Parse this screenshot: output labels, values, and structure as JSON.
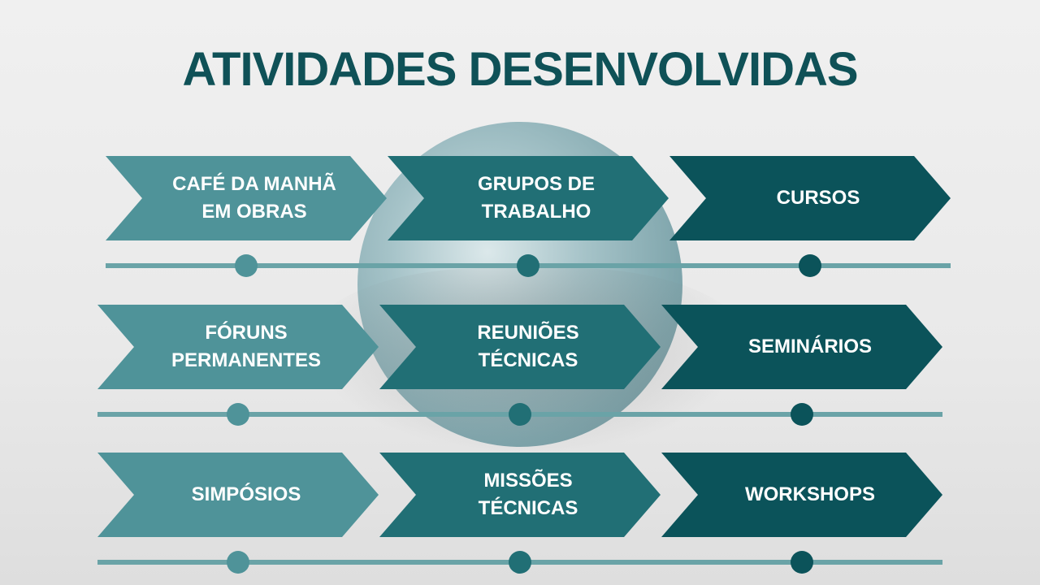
{
  "title": "ATIVIDADES DESENVOLVIDAS",
  "colors": {
    "light": "#4f9399",
    "medium": "#216f75",
    "dark": "#0b535a",
    "title": "#0f5157",
    "line": "#6aa3a7"
  },
  "rows": [
    [
      "CAFÉ DA MANHÃ\nEM OBRAS",
      "GRUPOS DE\nTRABALHO",
      "CURSOS"
    ],
    [
      "FÓRUNS\nPERMANENTES",
      "REUNIÕES\nTÉCNICAS",
      "SEMINÁRIOS"
    ],
    [
      "SIMPÓSIOS",
      "MISSÕES\nTÉCNICAS",
      "WORKSHOPS"
    ]
  ]
}
